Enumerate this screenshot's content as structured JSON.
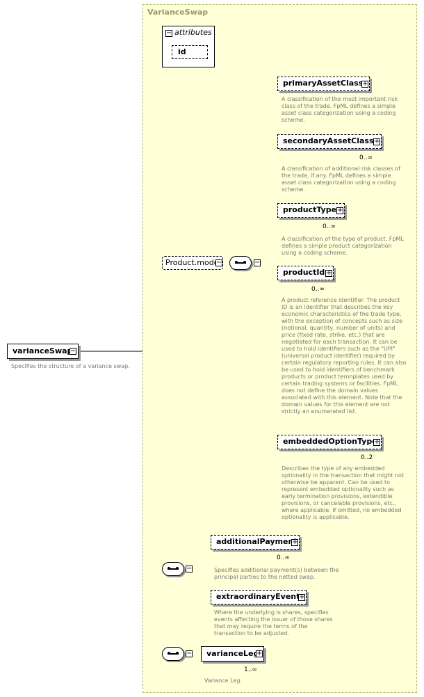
{
  "root": {
    "name": "varianceSwap",
    "description": "Specifies the structure of a variance swap."
  },
  "type_name": "VarianceSwap",
  "attributes": {
    "header": "attributes",
    "items": [
      "id"
    ]
  },
  "group": {
    "name": "Product.model"
  },
  "elements": [
    {
      "name": "primaryAssetClass",
      "cardinality": "",
      "description": "A classification of the most important risk class of the trade. FpML defines a simple asset class categorization using a coding scheme."
    },
    {
      "name": "secondaryAssetClass",
      "cardinality": "0..∞",
      "description": "A classification of additional risk classes of the trade, if any. FpML defines a simple asset class categorization using a coding scheme."
    },
    {
      "name": "productType",
      "cardinality": "0..∞",
      "description": "A classification of the type of product. FpML defines a simple product categorization using a coding scheme."
    },
    {
      "name": "productId",
      "cardinality": "0..∞",
      "description": "A product reference identifier. The product ID is an identifier that describes the key economic characteristics of the trade type, with the exception of concepts such as size (notional, quantity, number of units) and price (fixed rate, strike, etc.) that are negotiated for each transaction. It can be used to hold identifiers such as the \"UPI\" (universal product identifier) required by certain regulatory reporting rules. It can also be used to hold identifiers of benchmark products or product temnplates used by certain trading systems or facilities. FpML does not define the domain values associated with this element. Note that the domain values for this element are not strictly an enumerated list."
    },
    {
      "name": "embeddedOptionType",
      "cardinality": "0..2",
      "description": "Describes the type of any embedded optionality in the transaction that might not otherwise be apparent. Can be used to represent embedded optionality such as early termination provisions, extendible provisions, or cancelable provisions, etc., where applicable. If omitted, no embedded optionality is applicable."
    },
    {
      "name": "additionalPayment",
      "cardinality": "0..∞",
      "description": "Specifies additional payment(s) between the principal parties to the netted swap."
    },
    {
      "name": "extraordinaryEvents",
      "cardinality": "",
      "description": "Where the underlying is shares, specifies events affecting the issuer of those shares that may require the terms of the transaction to be adjusted."
    },
    {
      "name": "varianceLeg",
      "cardinality": "1..∞",
      "description": "Variance Leg."
    }
  ]
}
